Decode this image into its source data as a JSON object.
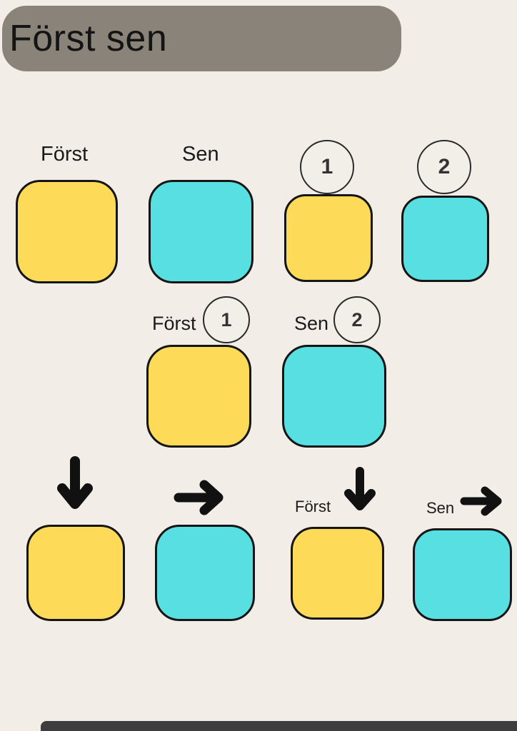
{
  "title": "Först sen",
  "colors": {
    "background": "#F2EDE6",
    "header": "#8A8379",
    "yellow": "#FDDB58",
    "cyan": "#57DFE2",
    "outline": "#151515",
    "footer_bar": "#3E3E3E"
  },
  "row1": {
    "labeled": [
      {
        "label": "Först",
        "color": "yellow"
      },
      {
        "label": "Sen",
        "color": "cyan"
      }
    ],
    "numbered": [
      {
        "number": "1",
        "color": "yellow"
      },
      {
        "number": "2",
        "color": "cyan"
      }
    ]
  },
  "row2": {
    "items": [
      {
        "label": "Först",
        "number": "1",
        "color": "yellow"
      },
      {
        "label": "Sen",
        "number": "2",
        "color": "cyan"
      }
    ]
  },
  "row3": {
    "arrow_only": [
      {
        "arrow": "down",
        "color": "yellow"
      },
      {
        "arrow": "right",
        "color": "cyan"
      }
    ],
    "labeled": [
      {
        "label": "Först",
        "arrow": "down",
        "color": "yellow"
      },
      {
        "label": "Sen",
        "arrow": "right",
        "color": "cyan"
      }
    ]
  }
}
